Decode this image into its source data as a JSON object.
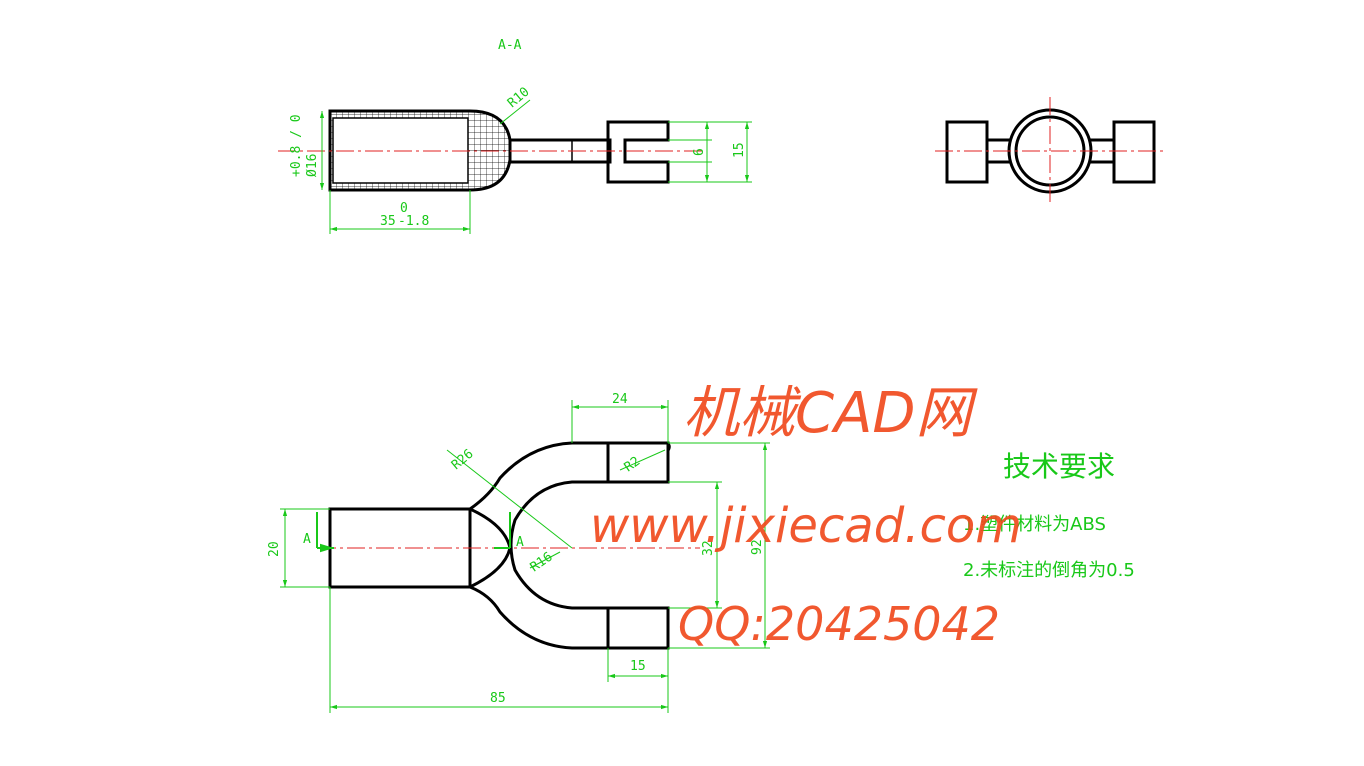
{
  "section_label": "A-A",
  "dims": {
    "r10": "R10",
    "dia16": "Ø16",
    "dia16_tol": "+0.8 / 0",
    "len35": "35",
    "len35_tol_upper": "0",
    "len35_tol_lower": "-1.8",
    "gap6": "6",
    "h15": "15",
    "w24": "24",
    "r26": "R26",
    "r2": "R2",
    "h20": "20",
    "section_marker": "A",
    "r16": "R16",
    "h32": "32",
    "h92": "92",
    "w15": "15",
    "w85": "85"
  },
  "tech_requirements": {
    "title": "技术要求",
    "items": [
      "1.塑件材料为ABS",
      "2.未标注的倒角为0.5"
    ]
  },
  "watermark": {
    "line1": "机械CAD网",
    "line2": "www.jixiecad.com",
    "line3": "QQ:20425042"
  },
  "colors": {
    "dimension": "#19c819",
    "outline": "#000000",
    "centerline": "#e02020",
    "watermark": "#f04a1e"
  }
}
